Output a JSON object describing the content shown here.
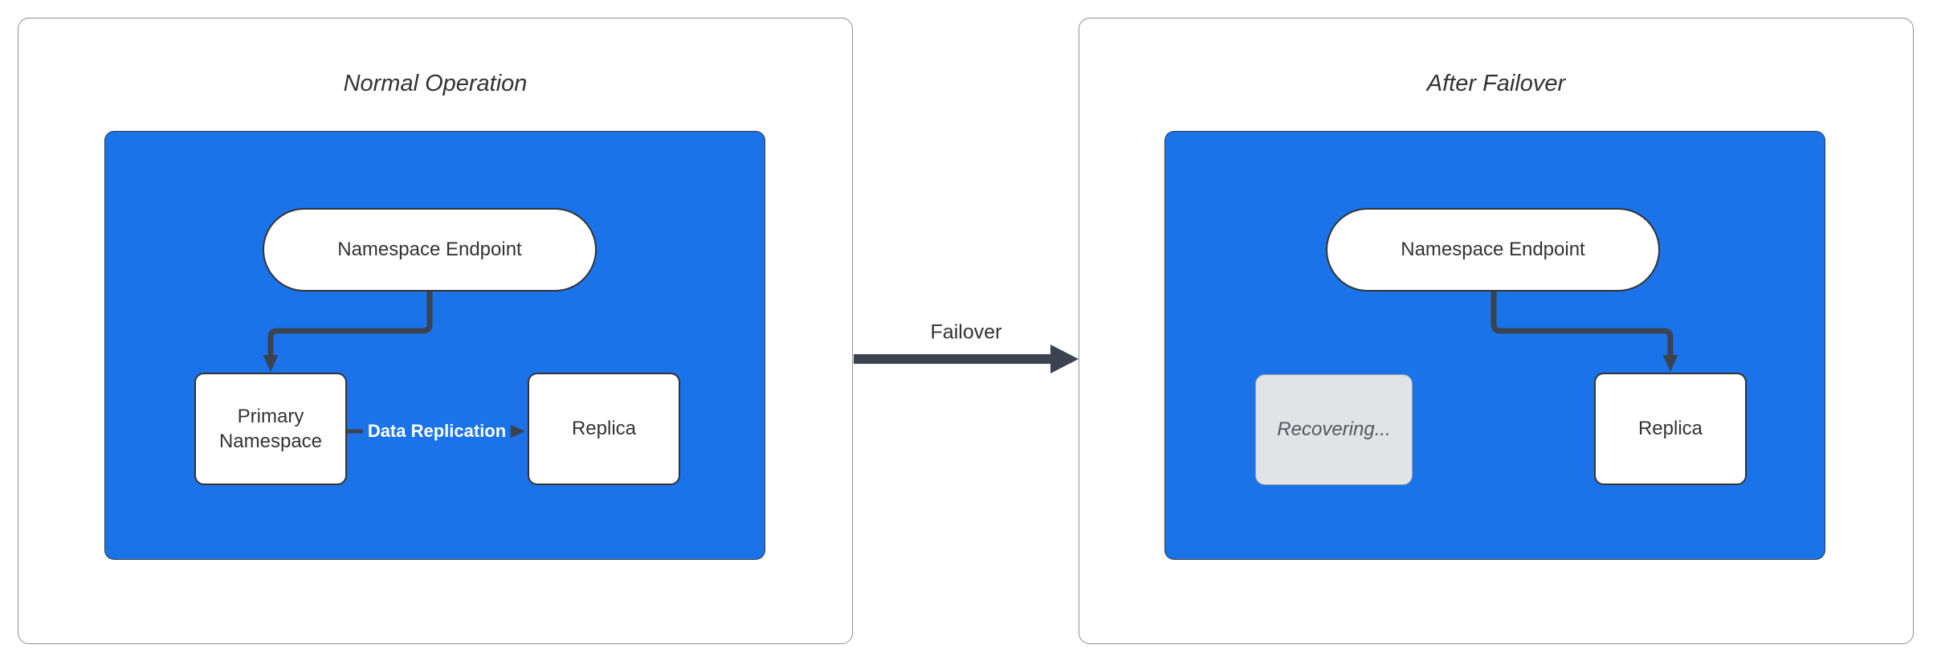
{
  "theme": {
    "page_bg": "#ffffff",
    "panel_border": "#8f8f8f",
    "cluster_fill": "#1a73e8",
    "cluster_stroke": "#333a44",
    "node_fill": "#ffffff",
    "node_stroke": "#333333",
    "edge_color": "#3b4350",
    "text_dark": "#333333",
    "edge_label_color": "#ffffff",
    "recover_fill": "#e2e3e5",
    "recover_stroke": "#9aa0a6",
    "recover_text": "#52575e"
  },
  "panels": {
    "left": {
      "title": "Normal Operation",
      "nodes": {
        "endpoint": "Namespace Endpoint",
        "primary": "Primary Namespace",
        "replica": "Replica"
      },
      "edge_label": "Data Replication"
    },
    "between": {
      "arrow_label": "Failover"
    },
    "right": {
      "title": "After Failover",
      "nodes": {
        "endpoint": "Namespace Endpoint",
        "recovering": "Recovering...",
        "replica": "Replica"
      }
    }
  }
}
